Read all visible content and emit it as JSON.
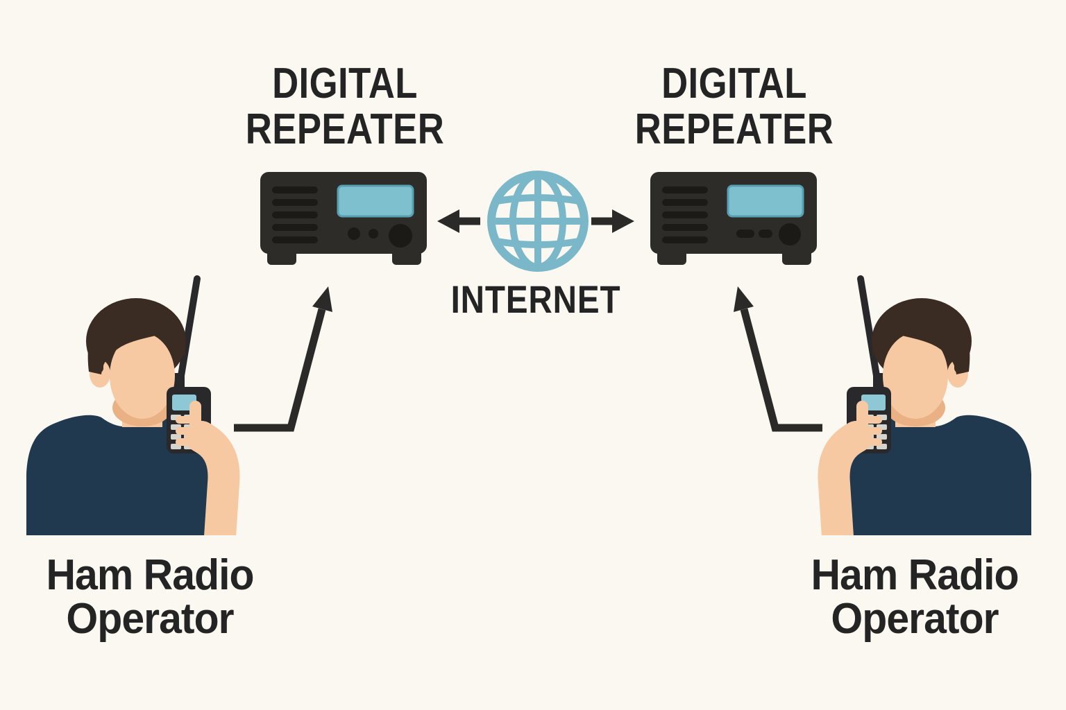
{
  "diagram": {
    "background_color": "#faf8f1",
    "nodes": [
      {
        "id": "left-operator",
        "icon": "person-with-handheld-radio-icon",
        "label": "Ham Radio Operator",
        "label_lines": [
          "Ham Radio",
          "Operator"
        ]
      },
      {
        "id": "left-repeater",
        "icon": "repeater-radio-icon",
        "label": "DIGITAL REPEATER",
        "label_lines": [
          "DIGITAL",
          "REPEATER"
        ]
      },
      {
        "id": "internet",
        "icon": "globe-icon",
        "label": "INTERNET",
        "label_lines": [
          "INTERNET"
        ]
      },
      {
        "id": "right-repeater",
        "icon": "repeater-radio-icon",
        "label": "DIGITAL REPEATER",
        "label_lines": [
          "DIGITAL",
          "REPEATER"
        ]
      },
      {
        "id": "right-operator",
        "icon": "person-with-handheld-radio-icon",
        "label": "Ham Radio Operator",
        "label_lines": [
          "Ham Radio",
          "Operator"
        ]
      }
    ],
    "connections": [
      {
        "from": "internet",
        "to": "left-repeater",
        "style": "straight-arrow"
      },
      {
        "from": "internet",
        "to": "right-repeater",
        "style": "straight-arrow"
      },
      {
        "from": "left-operator",
        "to": "left-repeater",
        "style": "elbow-arrow"
      },
      {
        "from": "right-operator",
        "to": "right-repeater",
        "style": "elbow-arrow"
      }
    ],
    "colors": {
      "background": "#faf8f1",
      "text": "#242424",
      "arrow": "#2b2a28",
      "globe_blue": "#7ab8c9",
      "device_screen_blue": "#7fc0cf",
      "device_body": "#2d2c29",
      "device_detail": "#1b1a16",
      "shirt_navy": "#20394e",
      "skin": "#f6c9a2",
      "skin_shade": "#e9b184",
      "hair_brown": "#3a2b23",
      "handheld_radio": "#29282a",
      "keypad_gray": "#d6d4cf"
    }
  }
}
